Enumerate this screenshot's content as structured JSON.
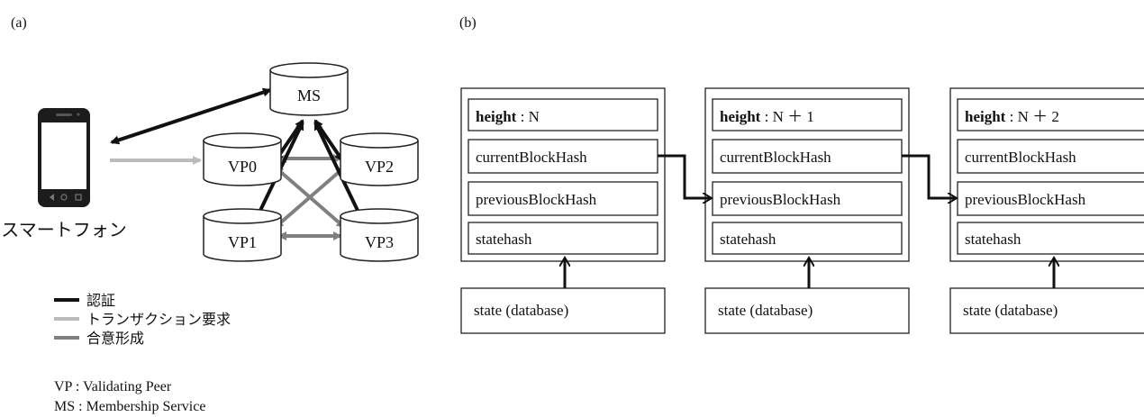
{
  "panel_a": {
    "label": "(a)",
    "phone_label": "スマートフォン",
    "nodes": {
      "ms": "MS",
      "vp0": "VP0",
      "vp1": "VP1",
      "vp2": "VP2",
      "vp3": "VP3"
    },
    "legend": [
      {
        "text": "認証",
        "color": "#111111"
      },
      {
        "text": "トランザクション要求",
        "color": "#bbbbbb"
      },
      {
        "text": "合意形成",
        "color": "#808080"
      }
    ],
    "notes": [
      "VP : Validating Peer",
      "MS : Membership Service"
    ]
  },
  "panel_b": {
    "label": "(b)",
    "blocks": [
      {
        "height_label": "height",
        "height_value": " : N",
        "current": "currentBlockHash",
        "previous": "previousBlockHash",
        "state_hash": "statehash",
        "state": "state (database)"
      },
      {
        "height_label": "height",
        "height_value": " : N ＋ 1",
        "current": "currentBlockHash",
        "previous": "previousBlockHash",
        "state_hash": "statehash",
        "state": "state (database)"
      },
      {
        "height_label": "height",
        "height_value": " : N ＋ 2",
        "current": "currentBlockHash",
        "previous": "previousBlockHash",
        "state_hash": "statehash",
        "state": "state (database)"
      }
    ]
  }
}
